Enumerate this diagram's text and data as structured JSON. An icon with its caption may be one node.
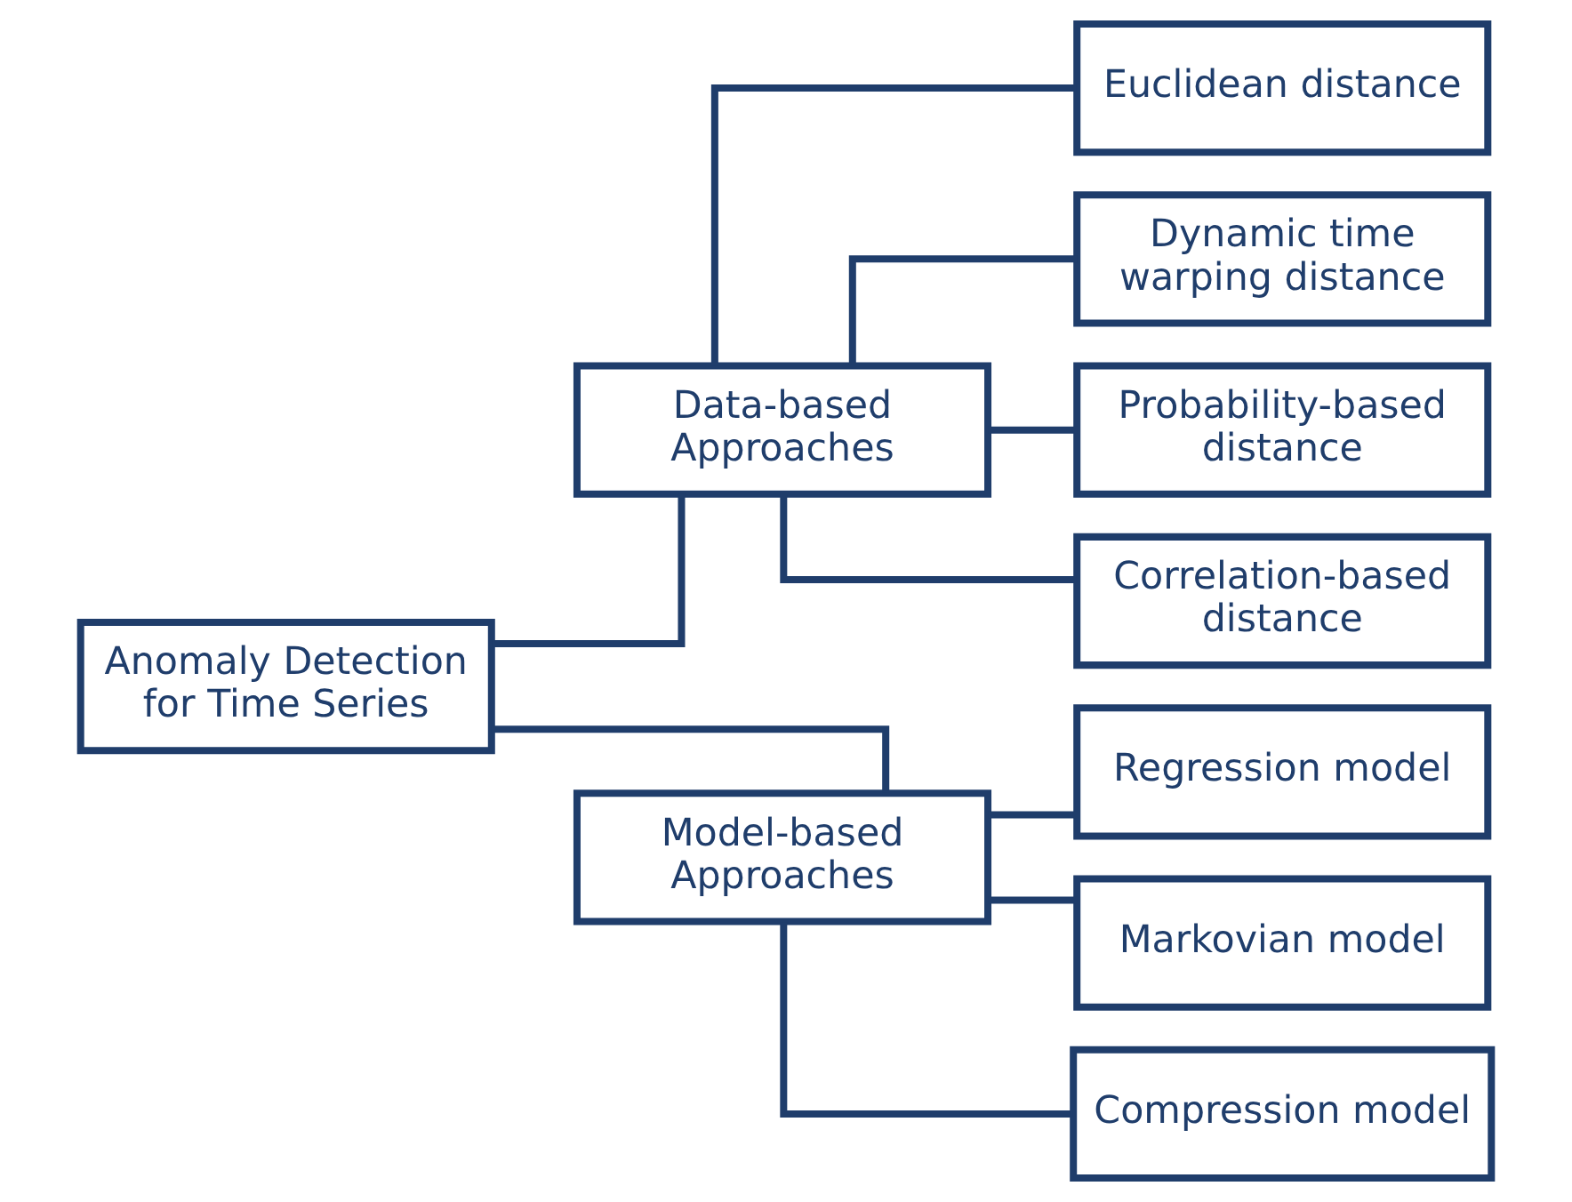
{
  "diagram": {
    "nodes": [
      {
        "text": [
          "Anomaly Detection for Time Series"
        ]
      },
      {
        "text": [
          "Data-based Approaches"
        ]
      },
      {
        "text": [
          "Euclidean distance"
        ]
      },
      {
        "text": [
          "Dynamic time warping distance"
        ]
      },
      {
        "text": [
          "Probability-based distance"
        ]
      },
      {
        "text": [
          "Correlation-based distance"
        ]
      },
      {
        "text": [
          "Model-based Approaches"
        ]
      },
      {
        "text": [
          "Regression model"
        ]
      },
      {
        "text": [
          "Markovian model"
        ]
      },
      {
        "text": [
          "Compression model"
        ]
      }
    ],
    "edges": [
      {
        "from": 0,
        "to": 1,
        "arrow": "none"
      },
      {
        "from": 0,
        "to": 6,
        "arrow": "none"
      },
      {
        "from": 1,
        "to": 2,
        "arrow": "none"
      },
      {
        "from": 1,
        "to": 3,
        "arrow": "none"
      },
      {
        "from": 1,
        "to": 4,
        "arrow": "none"
      },
      {
        "from": 1,
        "to": 5,
        "arrow": "none"
      },
      {
        "from": 6,
        "to": 7,
        "arrow": "none"
      },
      {
        "from": 6,
        "to": 8,
        "arrow": "none"
      },
      {
        "from": 6,
        "to": 9,
        "arrow": "none"
      }
    ]
  }
}
